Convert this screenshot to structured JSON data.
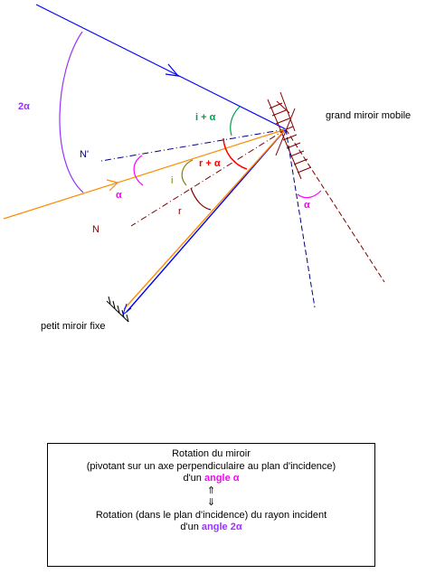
{
  "labels": {
    "angle_2alpha": "2α",
    "normal_n_prime": "N'",
    "normal_n": "N",
    "alpha_left": "α",
    "i_plus_alpha": "i + α",
    "r_plus_alpha": "r + α",
    "i": "i",
    "r": "r",
    "alpha_right": "α",
    "big_mirror": "grand miroir mobile",
    "small_mirror": "petit miroir fixe"
  },
  "caption": {
    "line1": "Rotation du miroir",
    "line2": "(pivotant sur un axe perpendiculaire au plan d'incidence)",
    "line3_prefix": "d'un ",
    "line3_highlight": "angle α",
    "arrow_up": "⇑",
    "arrow_down": "⇓",
    "line4": "Rotation (dans le plan d'incidence) du rayon incident",
    "line5_prefix": "d'un ",
    "line5_highlight": "angle 2α"
  },
  "colors": {
    "blue_ray": "#0000ff",
    "orange_ray": "#ff8c00",
    "angle_2alpha": "#9933ff",
    "alpha": "#ff00ff",
    "i_plus_alpha": "#00a050",
    "r_plus_alpha": "#ff0000",
    "i_arc": "#808000",
    "r_arc": "#800000",
    "normal": "#000080",
    "mirror": "#800000"
  }
}
